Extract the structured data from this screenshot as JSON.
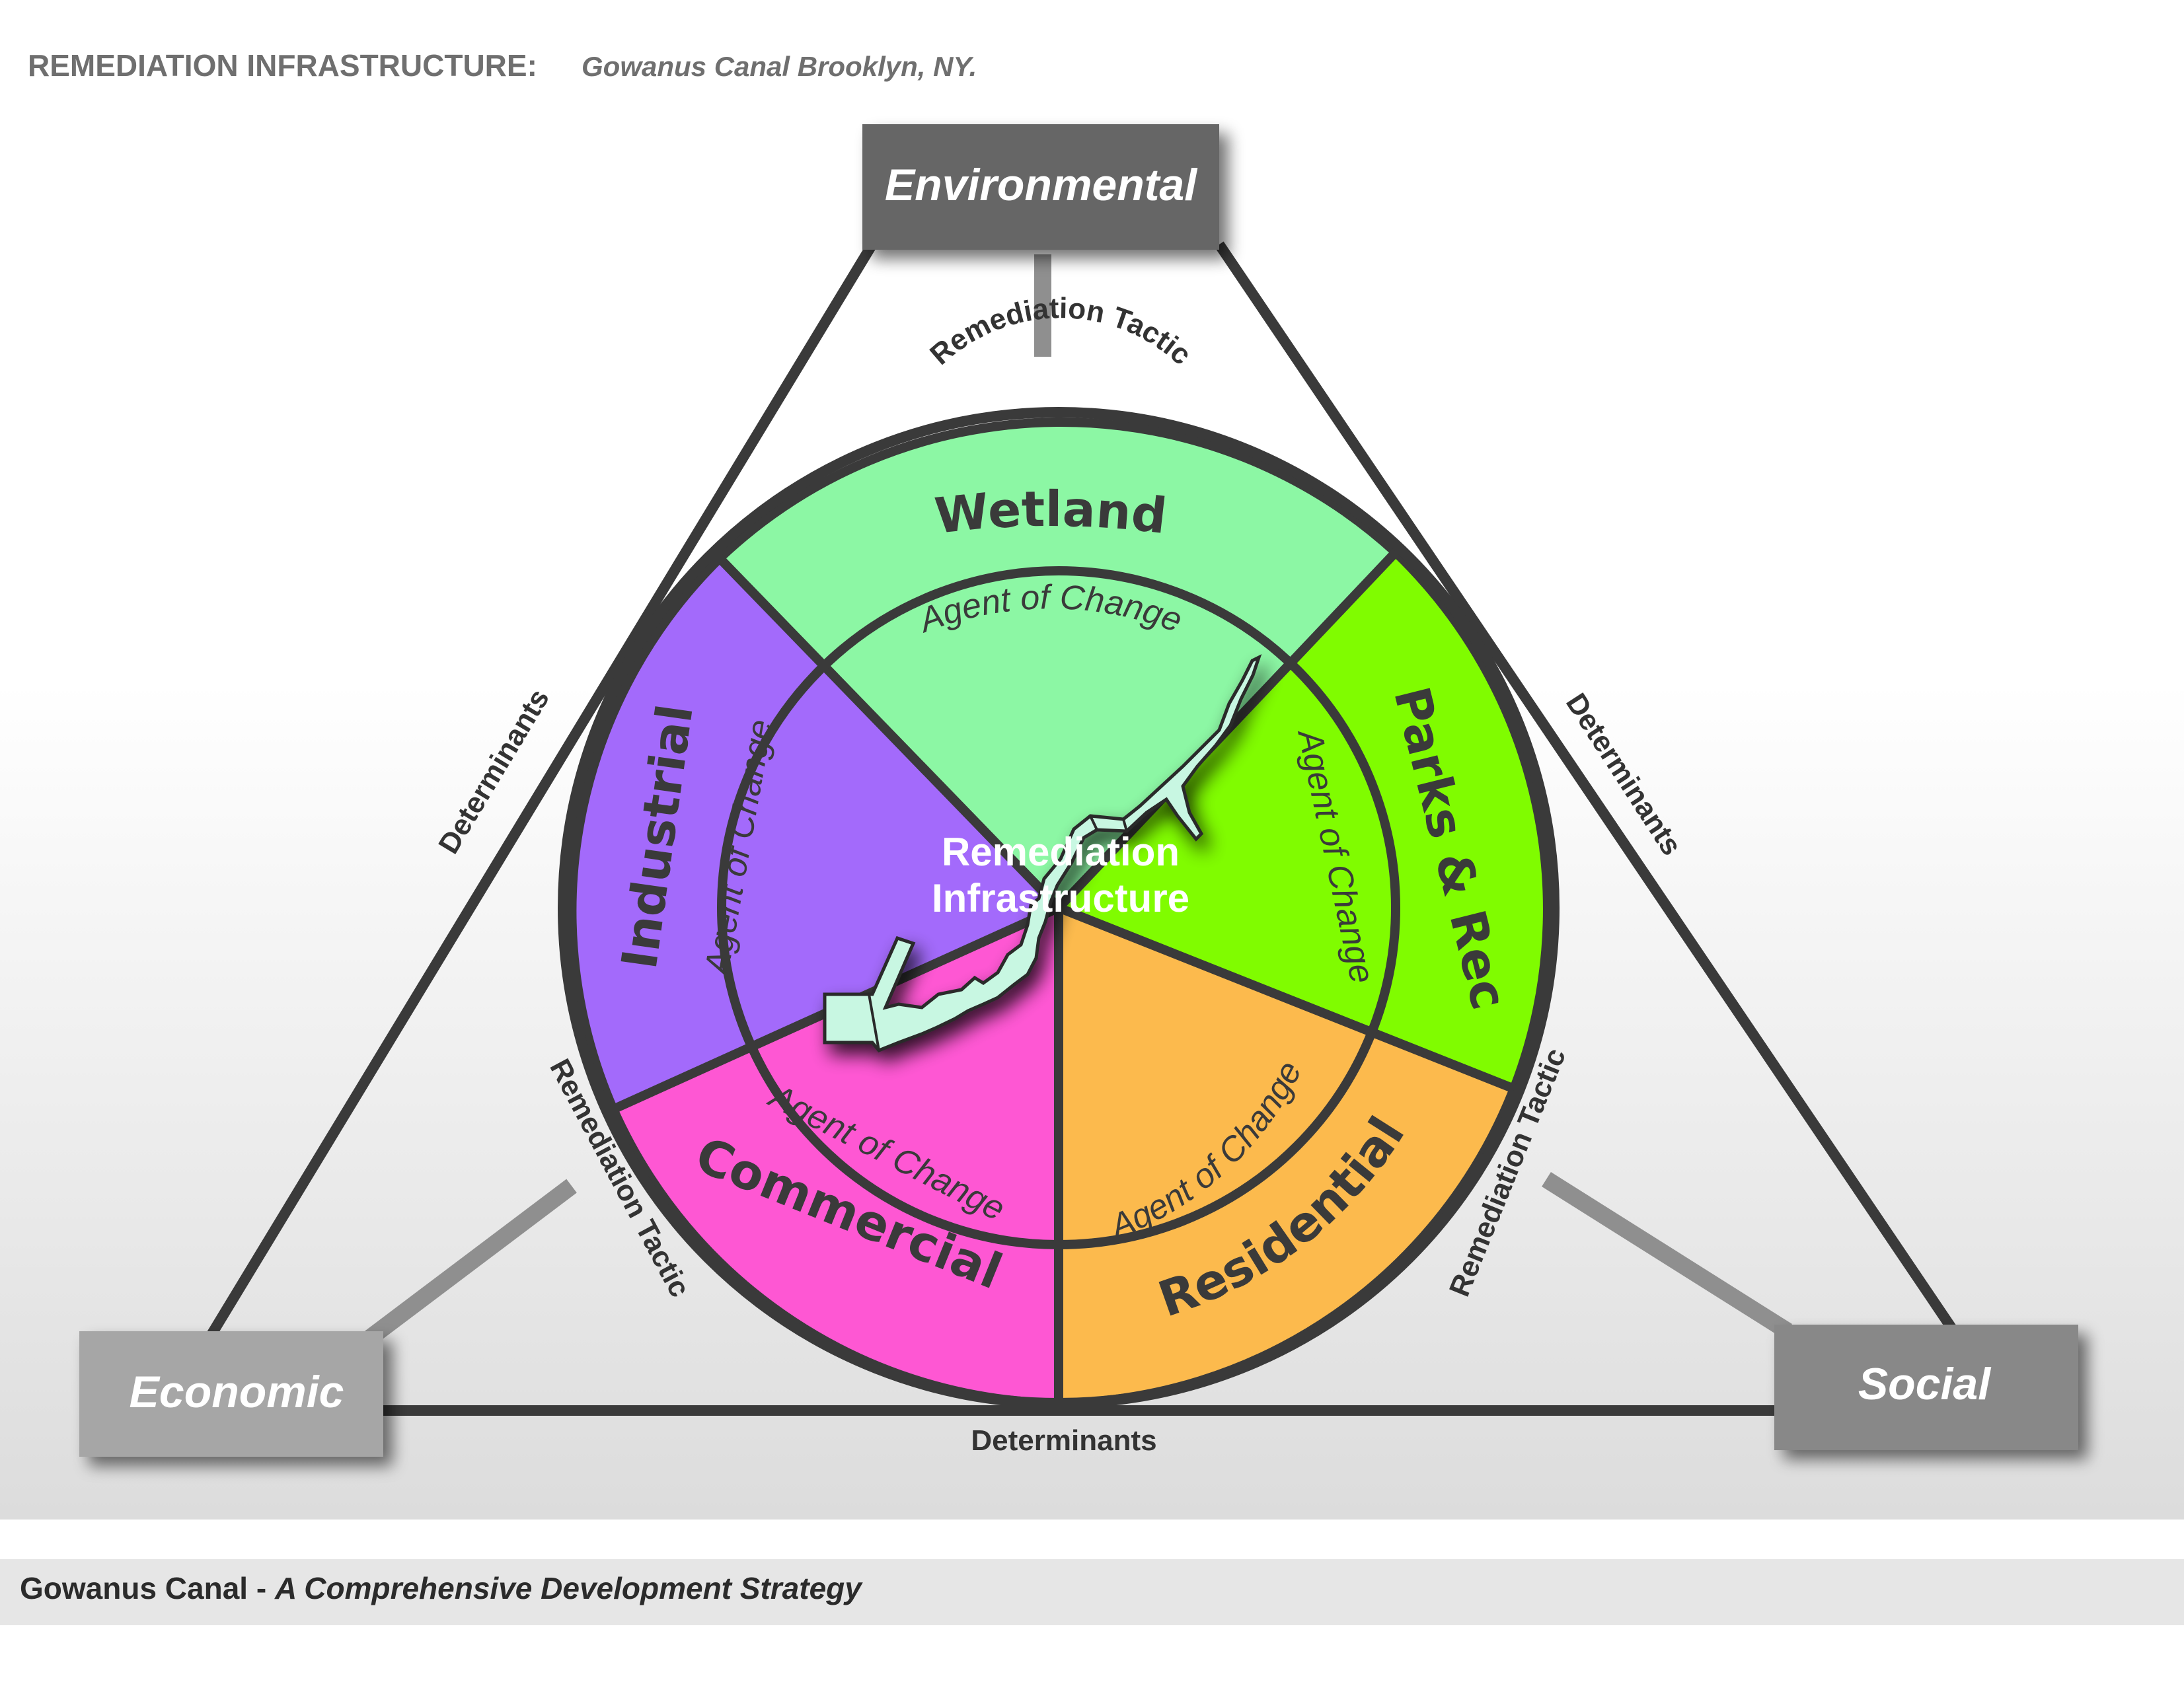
{
  "header": {
    "title": "REMEDIATION INFRASTRUCTURE:",
    "subtitle": "Gowanus Canal Brooklyn, NY."
  },
  "nodes": {
    "environmental": "Environmental",
    "economic": "Economic",
    "social": "Social"
  },
  "edge_labels": {
    "remediation_tactic": "Remediation Tactic",
    "determinants": "Determinants"
  },
  "sectors": {
    "wetland": {
      "label": "Wetland",
      "agent": "Agent of Change",
      "color": "#8cf7a4"
    },
    "parks": {
      "label": "Parks & Rec",
      "agent": "Agent of Change",
      "color": "#80fc00"
    },
    "residential": {
      "label": "Residential",
      "agent": "Agent of Change",
      "color": "#fcba4d"
    },
    "commercial": {
      "label": "Commercial",
      "agent": "Agent of Change",
      "color": "#fe57d3"
    },
    "industrial": {
      "label": "Industrial",
      "agent": "Agent of Change",
      "color": "#a36afb"
    }
  },
  "center": {
    "line1": "Remediation",
    "line2": "Infrastructure"
  },
  "footer": {
    "title": "Gowanus Canal - ",
    "subtitle": "A Comprehensive Development Strategy"
  },
  "colors": {
    "environmental_box": "#666666",
    "economic_box": "#a6a6a6",
    "social_box": "#888888",
    "outline": "#3a3a3a",
    "canal_fill": "#c8f7e2"
  }
}
